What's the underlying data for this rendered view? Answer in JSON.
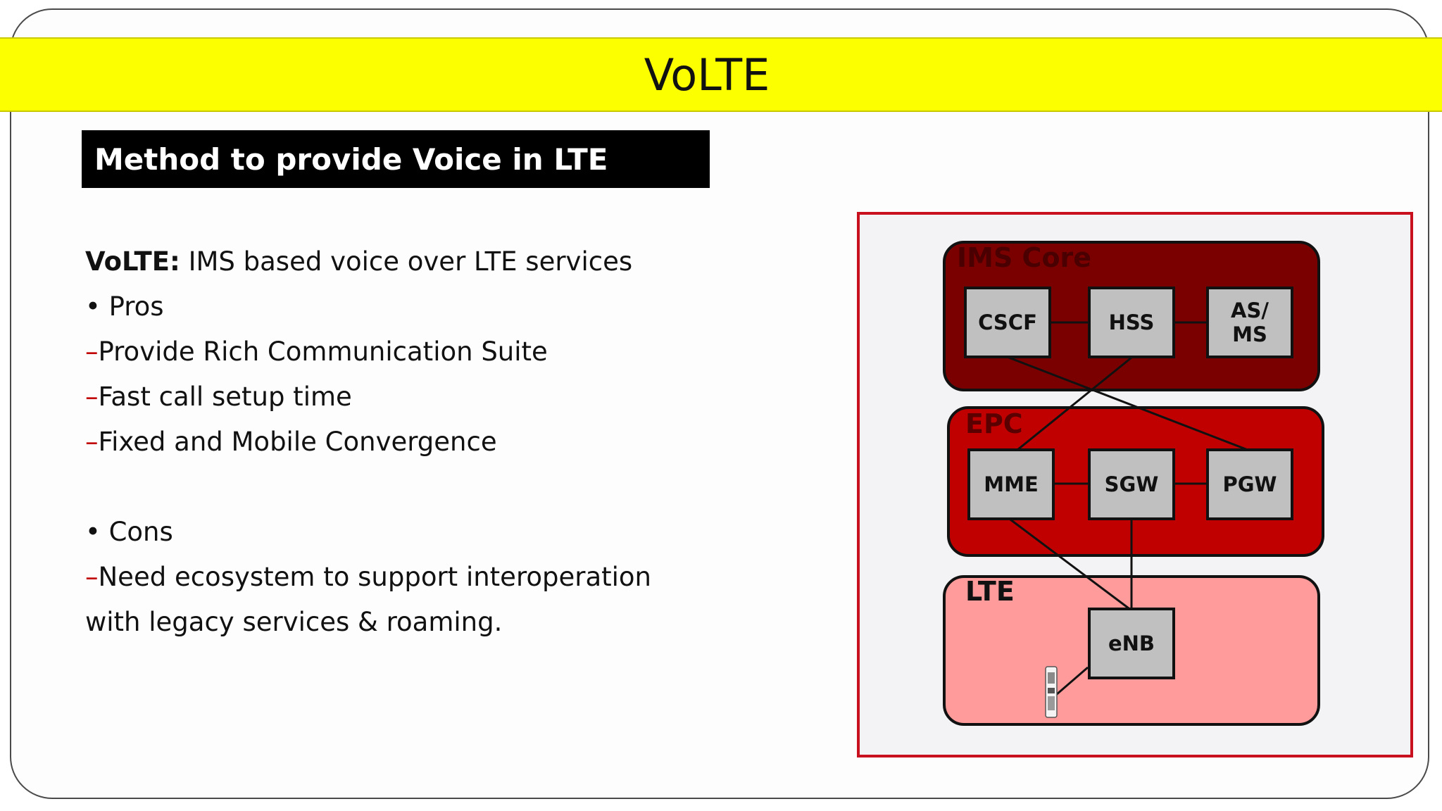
{
  "title": "VoLTE",
  "subtitle": "Method to provide Voice in LTE",
  "content": {
    "intro_label": "VoLTE:",
    "intro_text": "IMS based voice over LTE services",
    "pros_heading": "• Pros",
    "dash": "–",
    "pros": [
      "Provide Rich Communication Suite",
      "Fast call setup time",
      "Fixed and Mobile Convergence"
    ],
    "cons_heading": "• Cons",
    "cons_line1": "Need ecosystem to support interoperation",
    "cons_line2": "with legacy services & roaming."
  },
  "diagram": {
    "groups": {
      "ims": "IMS Core",
      "epc": "EPC",
      "lte": "LTE"
    },
    "nodes": {
      "cscf": "CSCF",
      "hss": "HSS",
      "as_ms_line1": "AS/",
      "as_ms_line2": "MS",
      "mme": "MME",
      "sgw": "SGW",
      "pgw": "PGW",
      "enb": "eNB"
    },
    "colors": {
      "ims_fill": "#7a0000",
      "epc_fill": "#c00000",
      "lte_fill": "#ff9b9b",
      "node_fill": "#c0c0c0",
      "frame": "#c8101e",
      "title_bar": "#fbff00"
    }
  }
}
